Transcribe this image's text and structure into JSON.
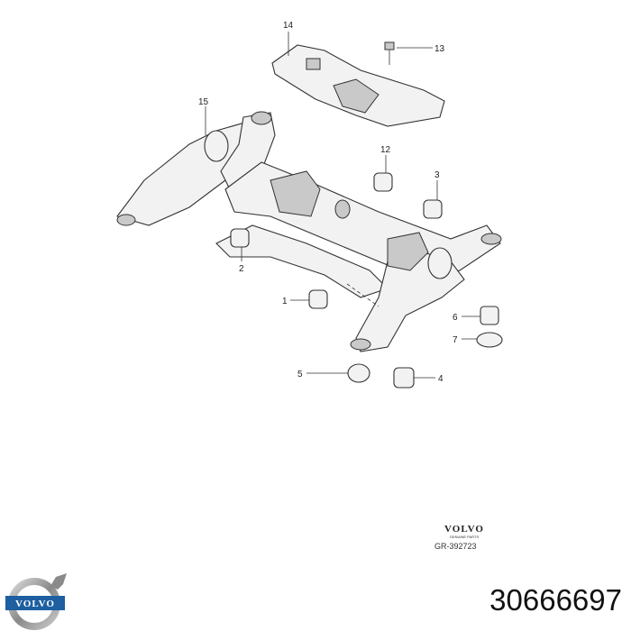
{
  "diagram": {
    "callouts": {
      "c1": "1",
      "c2": "2",
      "c3": "3",
      "c4": "4",
      "c5": "5",
      "c6": "6",
      "c7": "7",
      "c12": "12",
      "c13": "13",
      "c14": "14",
      "c15": "15"
    },
    "volvo_mark": {
      "brand": "VOLVO",
      "sub": "GENUINE PARTS"
    },
    "drawing_code": "GR-392723"
  },
  "part_number": "30666697",
  "logo": {
    "text": "VOLVO",
    "colors": {
      "band": "#1d5fa0",
      "ring": "#9a9a9a"
    }
  }
}
